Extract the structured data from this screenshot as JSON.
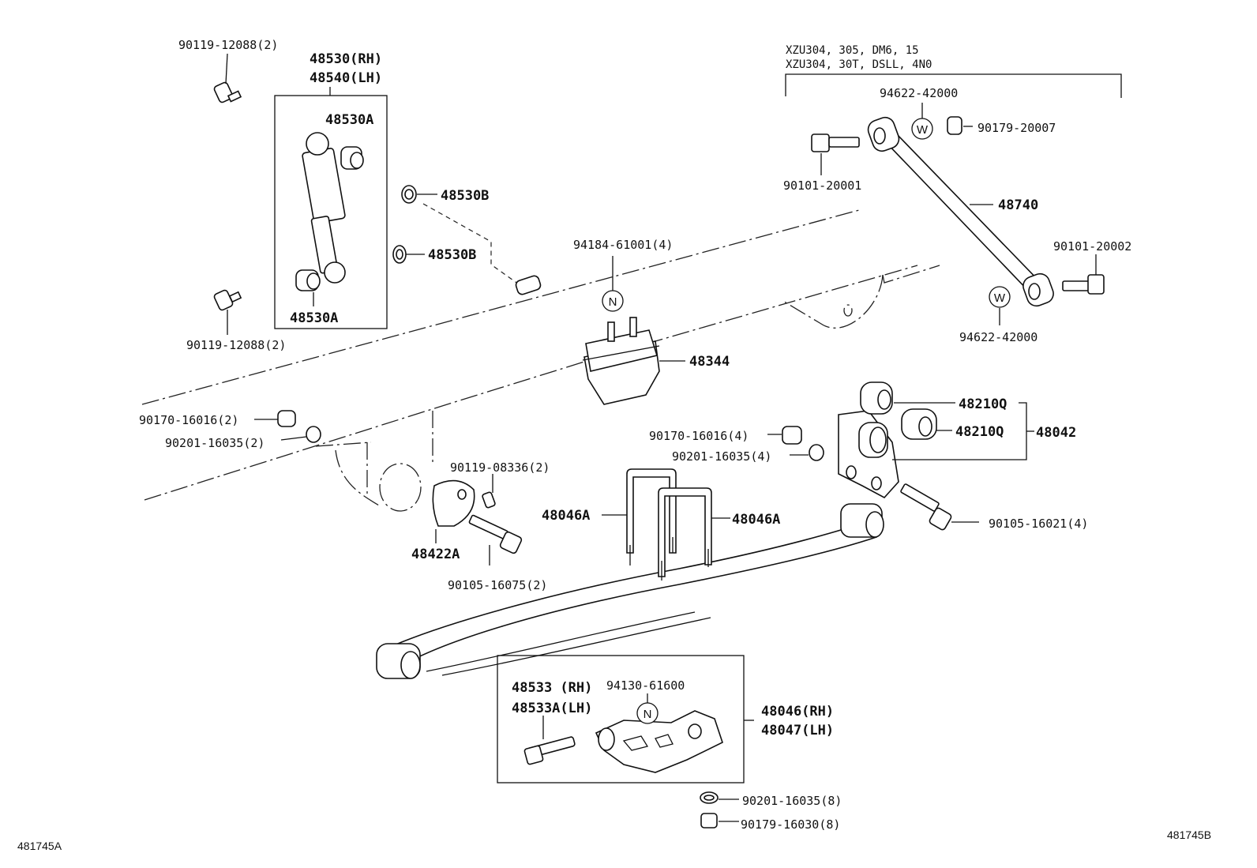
{
  "notes": {
    "line1": "XZU304, 305, DM6, 15",
    "line2": "XZU304, 30T, DSLL, 4N0"
  },
  "labels": {
    "p90119_12088_top": "90119-12088(2)",
    "p48530_rh": "48530(RH)",
    "p48540_lh": "48540(LH)",
    "p48530a_top": "48530A",
    "p48530a_bottom": "48530A",
    "p90119_12088_bottom": "90119-12088(2)",
    "p48530b_top": "48530B",
    "p48530b_bottom": "48530B",
    "p94184_61001": "94184-61001(4)",
    "p48344": "48344",
    "p94622_42000_top": "94622-42000",
    "p90179_20007": "90179-20007",
    "p90101_20001": "90101-20001",
    "p48740": "48740",
    "p90101_20002": "90101-20002",
    "p94622_42000_bottom": "94622-42000",
    "p90170_16016_left": "90170-16016(2)",
    "p90201_16035_left": "90201-16035(2)",
    "p48210q_top": "48210Q",
    "p48210q_bottom": "48210Q",
    "p48042": "48042",
    "p90170_16016_mid": "90170-16016(4)",
    "p90201_16035_mid": "90201-16035(4)",
    "p90119_08336": "90119-08336(2)",
    "p48046a_left": "48046A",
    "p48046a_right": "48046A",
    "p90105_16021": "90105-16021(4)",
    "p48422a": "48422A",
    "p90105_16075": "90105-16075(2)",
    "p48533_rh": "48533  (RH)",
    "p94130_61600": "94130-61600",
    "p48533a_lh": "48533A(LH)",
    "p48046_rh": "48046(RH)",
    "p48047_lh": "48047(LH)",
    "p90201_16035_bottom": "90201-16035(8)",
    "p90179_16030": "90179-16030(8)"
  },
  "symbols": {
    "n": "N",
    "w": "W"
  },
  "corners": {
    "left": "481745A",
    "right": "481745B"
  }
}
